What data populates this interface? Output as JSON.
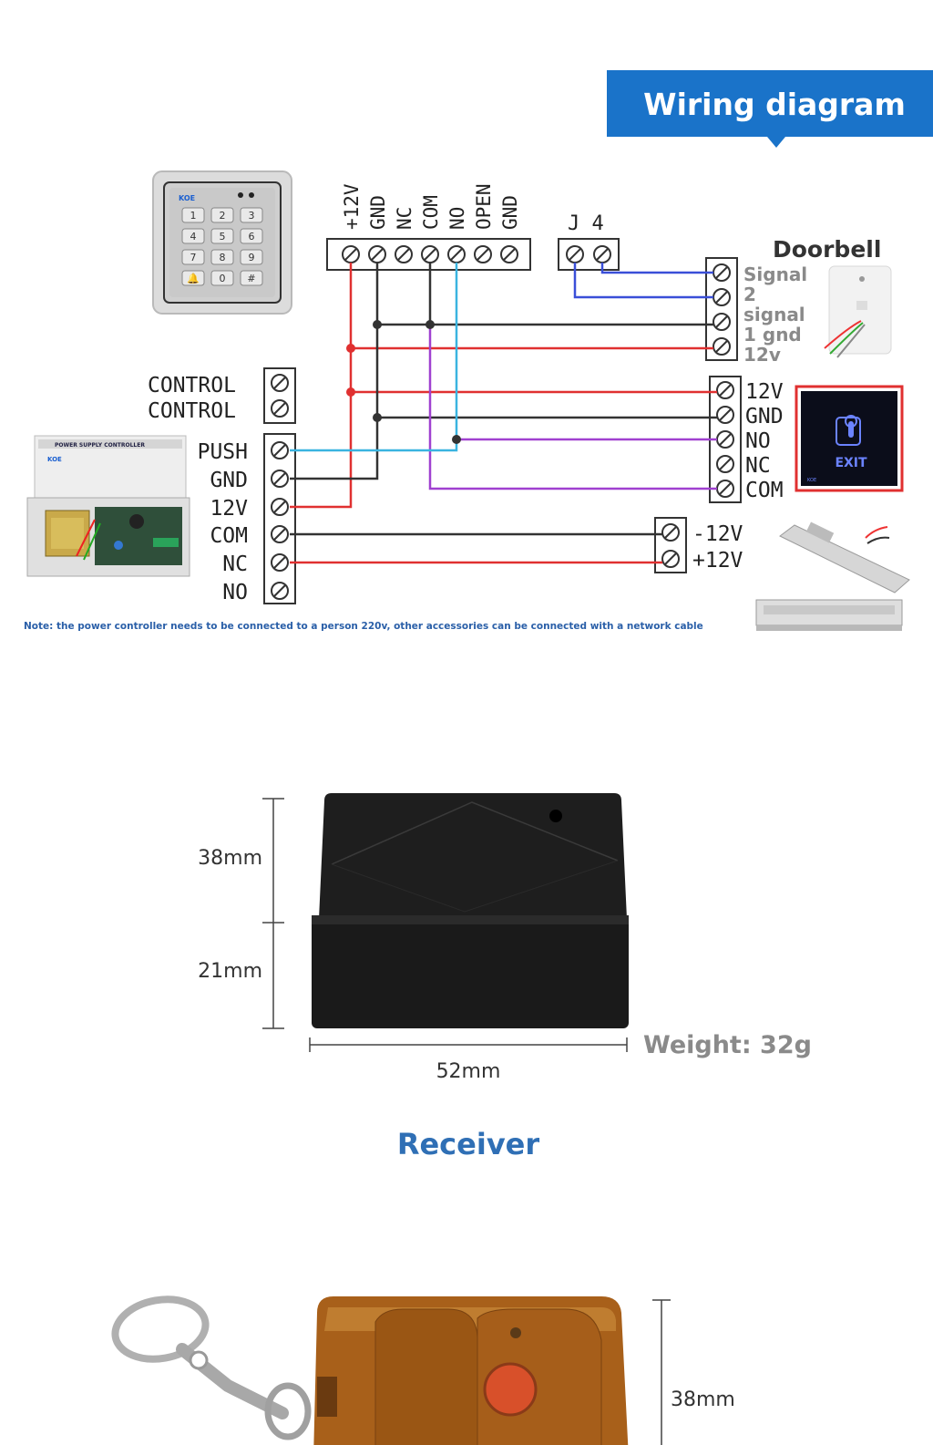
{
  "banner": {
    "title": "Wiring diagram",
    "color": "#1a73c9"
  },
  "keypad": {
    "brand": "KOE",
    "keys": [
      "1",
      "2",
      "3",
      "4",
      "5",
      "6",
      "7",
      "8",
      "9",
      "🔔",
      "0",
      "#"
    ]
  },
  "keypad_terminals": [
    "+12V",
    "GND",
    "NC",
    "COM",
    "NO",
    "OPEN",
    "GND"
  ],
  "j4": {
    "label": "J 4"
  },
  "doorbell": {
    "title": "Doorbell",
    "terminal_labels": [
      "Signal",
      "2",
      "signal",
      "1 gnd",
      "12v"
    ]
  },
  "controller": {
    "brand": "KOE",
    "header": "POWER SUPPLY CONTROLLER",
    "control_labels": [
      "CONTROL",
      "CONTROL"
    ],
    "terminal_labels": [
      "PUSH",
      "GND",
      "12V",
      "COM",
      "NC",
      "NO"
    ]
  },
  "exit_button": {
    "terminal_labels": [
      "12V",
      "GND",
      "NO",
      "NC",
      "COM"
    ],
    "text": "EXIT",
    "brand": "KOE"
  },
  "lock": {
    "terminal_labels": [
      "-12V",
      "+12V"
    ]
  },
  "wire_colors": {
    "red": "#e03030",
    "black": "#333333",
    "blue": "#3a4fd8",
    "cyan": "#3ab4e0",
    "purple": "#a040d0"
  },
  "note": "Note: the power controller needs to be connected to a person 220v, other accessories can be connected with a network cable",
  "receiver": {
    "dim_height_top": "38mm",
    "dim_height_bottom": "21mm",
    "dim_width": "52mm",
    "weight": "Weight: 32g",
    "caption": "Receiver",
    "caption_color": "#2f6fb5"
  },
  "remote": {
    "dim_height": "38mm"
  }
}
